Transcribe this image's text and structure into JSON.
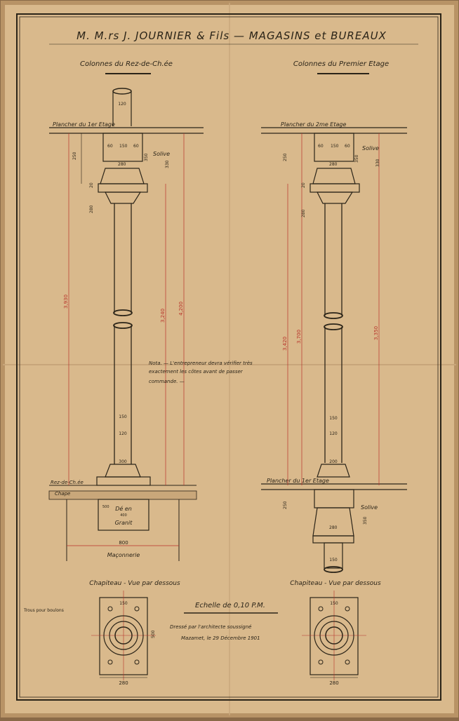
{
  "sheet": {
    "title": "M. M.rs J. JOURNIER & Fils — MAGASINS et BUREAUX",
    "colors": {
      "paper": "#d9b98c",
      "ink": "#2b2418",
      "red_ink": "#b8332a",
      "background": "#8a6a48"
    }
  },
  "left_column": {
    "heading": "Colonnes du Rez-de-Ch.ée",
    "floor_label": "Plancher du 1er Etage",
    "joist_label": "Solive",
    "base_floor_label": "Rez-de-Ch.ée",
    "screed_label": "Chape",
    "block_label_1": "Dé en",
    "block_label_2": "Granit",
    "masonry_label": "Maçonnerie",
    "dims": {
      "top_dia": "120",
      "cap_a": "60",
      "cap_b": "150",
      "cap_c": "60",
      "cap_width": "280",
      "h_250": "250",
      "h_350": "350",
      "h_330": "330",
      "h_20": "20",
      "h_280": "280",
      "total_left": "3,930",
      "mid_1": "3,240",
      "mid_2": "4,200",
      "shaft_150": "150",
      "shaft_120": "120",
      "base_300": "300",
      "base_500": "500",
      "base_400": "400",
      "base_800": "800"
    }
  },
  "right_column": {
    "heading": "Colonnes du Premier Etage",
    "floor_label": "Plancher du 2me Etage",
    "joist_label": "Solive",
    "lower_floor_label": "Plancher du 1er Etage",
    "lower_joist_label": "Solive",
    "dims": {
      "cap_a": "60",
      "cap_b": "150",
      "cap_c": "60",
      "cap_width": "280",
      "h_250": "250",
      "h_350": "350",
      "h_330": "330",
      "h_20": "20",
      "h_280": "280",
      "total_1": "3,420",
      "total_2": "3,700",
      "total_3": "3,350",
      "shaft_150": "150",
      "shaft_120": "120",
      "base_200": "200",
      "lower_250": "250",
      "lower_350": "350",
      "lower_280": "280",
      "lower_150": "150"
    }
  },
  "note": {
    "line1": "Nota. — L'entrepreneur devra vérifier très",
    "line2": "exactement les côtes avant de passer",
    "line3": "commande. —"
  },
  "capital_views": {
    "left_label": "Chapiteau - Vue par dessous",
    "right_label": "Chapiteau - Vue par dessous",
    "bolt_label": "Trous pour boulons",
    "dim_150": "150",
    "dim_500": "500",
    "dim_280": "280"
  },
  "footer": {
    "scale": "Echelle de 0,10 P.M.",
    "signed": "Dressé par l'architecte soussigné",
    "place_date": "Mazamet, le 29 Décembre 1901"
  }
}
